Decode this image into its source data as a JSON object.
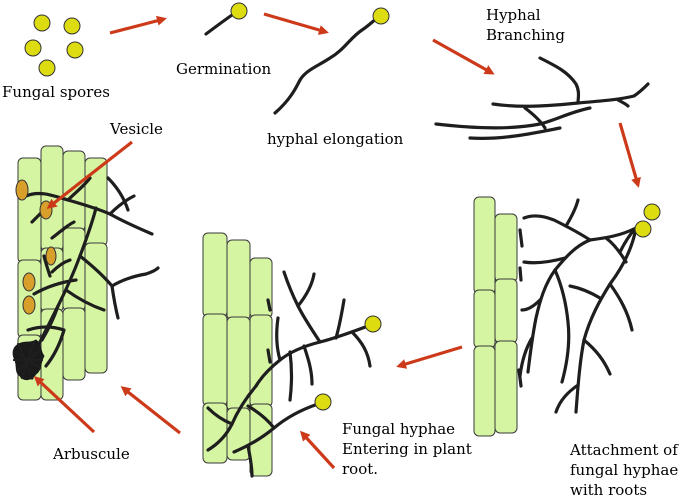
{
  "labels": {
    "fungal_spores": "Fungal spores",
    "germination": "Germination",
    "hyphal_elongation": "hyphal elongation",
    "hyphal_branching_1": "Hyphal",
    "hyphal_branching_2": "Branching",
    "vesicle": "Vesicle",
    "arbuscule": "Arbuscule",
    "entering_1": "Fungal hyphae",
    "entering_2": "Entering in plant",
    "entering_3": "root.",
    "attachment_1": "Attachment of",
    "attachment_2": "fungal hyphae",
    "attachment_3": "with roots"
  },
  "colors": {
    "arrow": "#cc3a1a",
    "spore": "#dcdc10",
    "root_cell": "#d6f5a3",
    "vesicle": "#d99f2b",
    "hyphae": "#1e1e1e"
  }
}
